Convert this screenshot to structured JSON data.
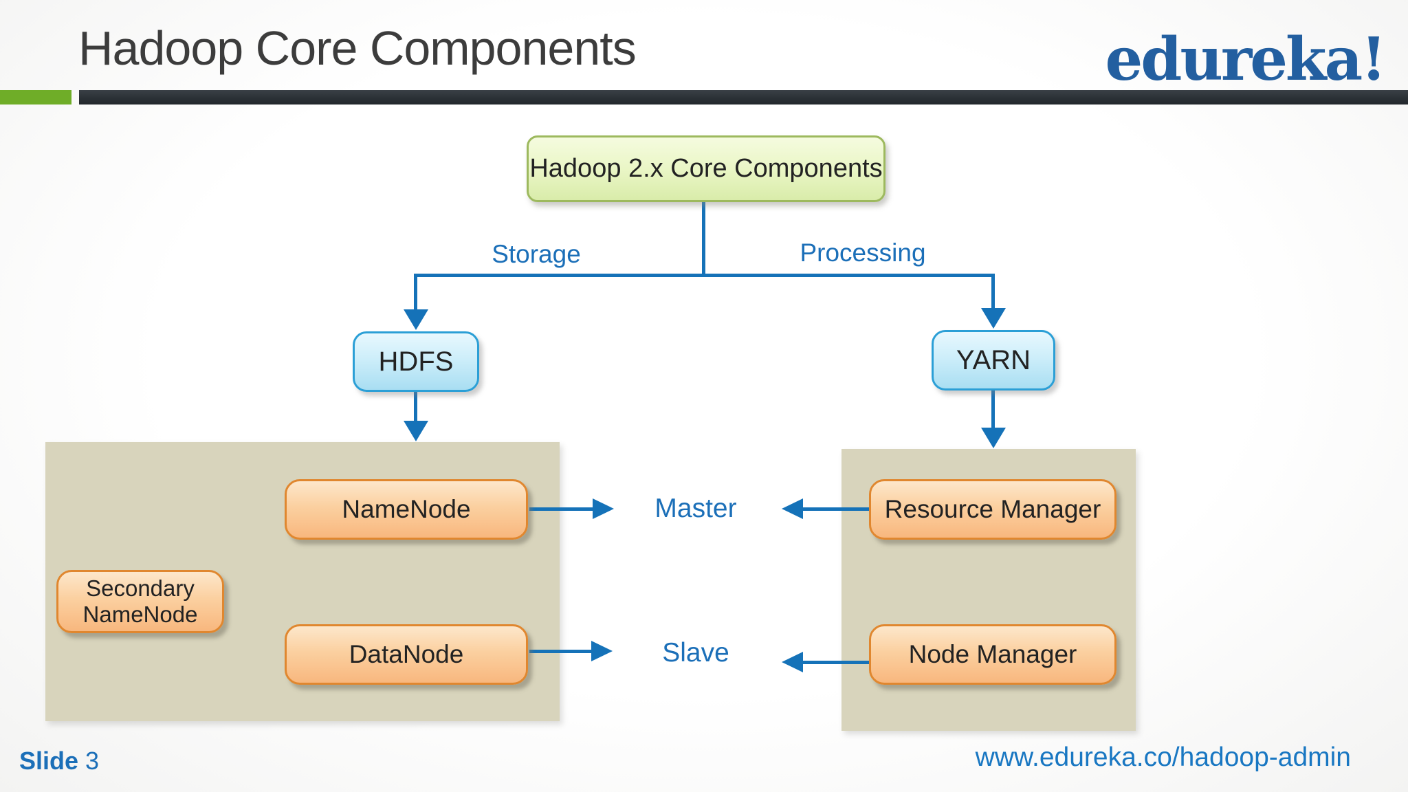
{
  "header": {
    "title": "Hadoop Core Components",
    "logo": "edureka!"
  },
  "diagram": {
    "root_label": "Hadoop 2.x Core Components",
    "storage_label": "Storage",
    "processing_label": "Processing",
    "hdfs_label": "HDFS",
    "yarn_label": "YARN",
    "namenode_label": "NameNode",
    "secondary_namenode_label": "Secondary NameNode",
    "datanode_label": "DataNode",
    "resource_manager_label": "Resource Manager",
    "node_manager_label": "Node Manager",
    "master_label": "Master",
    "slave_label": "Slave"
  },
  "footer": {
    "slide_label": "Slide",
    "slide_number": "3",
    "url": "www.edureka.co/hadoop-admin"
  },
  "colors": {
    "arrow_blue": "#1572b8",
    "text_label_blue": "#1b6fb8",
    "logo_blue": "#235fa0",
    "accent_green_bar": "#6fad28",
    "header_bar_dark": "#2e3438",
    "root_node_fill": "#e4f2b8",
    "root_node_border": "#9db95e",
    "hdfs_yarn_fill": "#bfe9f6",
    "hdfs_yarn_border": "#2b9fd6",
    "component_node_fill": "#fac88f",
    "component_node_border": "#e0872f",
    "cluster_panel_fill": "#d8d4bc"
  }
}
